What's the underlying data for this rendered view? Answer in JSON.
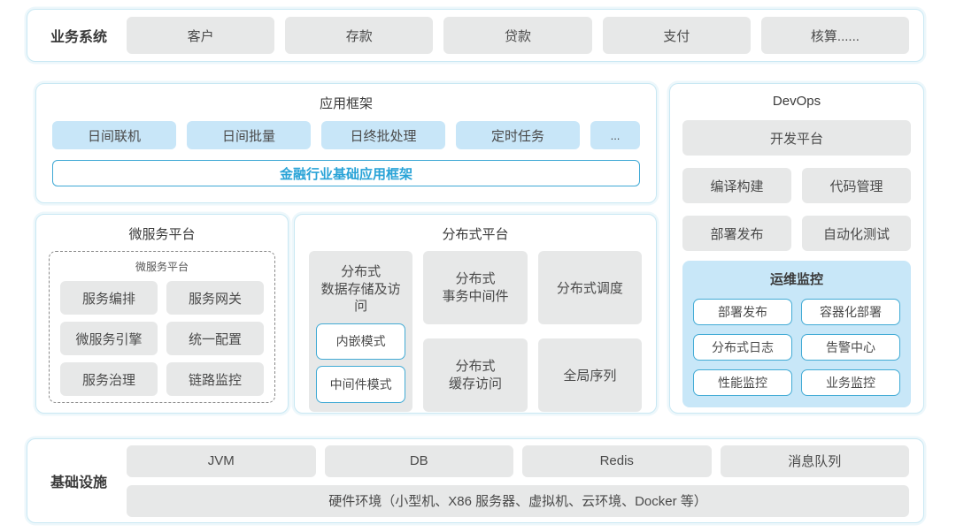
{
  "colors": {
    "panel_border": "#c9e8f3",
    "gray_box": "#e7e8e8",
    "blue_box": "#c8e6f8",
    "blue_outline": "#42abd5",
    "accent_text": "#29a3d7",
    "body_text": "#4a4a4a",
    "title_text": "#3a3a3a"
  },
  "business_systems": {
    "label": "业务系统",
    "items": [
      "客户",
      "存款",
      "贷款",
      "支付",
      "核算......"
    ]
  },
  "app_framework": {
    "title": "应用框架",
    "items": [
      "日间联机",
      "日间批量",
      "日终批处理",
      "定时任务",
      "..."
    ],
    "base_framework": "金融行业基础应用框架"
  },
  "microservice_platform": {
    "title": "微服务平台",
    "inner_title": "微服务平台",
    "items": [
      "服务编排",
      "服务网关",
      "微服务引擎",
      "统一配置",
      "服务治理",
      "链路监控"
    ]
  },
  "distributed_platform": {
    "title": "分布式平台",
    "storage": {
      "label": "分布式\n数据存储及访问",
      "modes": [
        "内嵌模式",
        "中间件模式"
      ]
    },
    "transaction": "分布式\n事务中间件",
    "cache": "分布式\n缓存访问",
    "scheduler": "分布式调度",
    "sequence": "全局序列"
  },
  "devops": {
    "title": "DevOps",
    "platform": "开发平台",
    "items": [
      "编译构建",
      "代码管理",
      "部署发布",
      "自动化测试"
    ],
    "monitoring": {
      "title": "运维监控",
      "items": [
        "部署发布",
        "容器化部署",
        "分布式日志",
        "告警中心",
        "性能监控",
        "业务监控"
      ]
    }
  },
  "infrastructure": {
    "label": "基础设施",
    "items": [
      "JVM",
      "DB",
      "Redis",
      "消息队列"
    ],
    "hardware": "硬件环境（小型机、X86 服务器、虚拟机、云环境、Docker 等）"
  }
}
